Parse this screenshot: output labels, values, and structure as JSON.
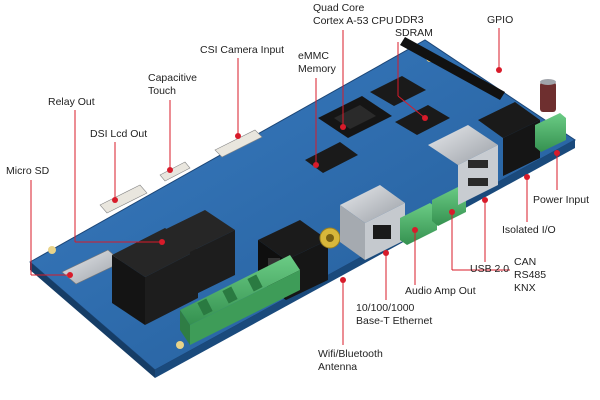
{
  "labels": {
    "micro_sd": "Micro SD",
    "relay_out": "Relay Out",
    "dsi_lcd_out": "DSI Lcd Out",
    "capacitive_touch": "Capacitive\nTouch",
    "csi_camera_input": "CSI Camera Input",
    "emmc_memory": "eMMC\nMemory",
    "quad_core_cpu": "Quad Core\nCortex A-53 CPU",
    "ddr3_sdram": "DDR3\nSDRAM",
    "gpio": "GPIO",
    "power_input": "Power Input",
    "isolated_io": "Isolated I/O",
    "usb_2": "USB 2.0",
    "can_rs485_knx": "CAN\nRS485\nKNX",
    "audio_amp_out": "Audio Amp Out",
    "ethernet": "10/100/1000\nBase-T Ethernet",
    "wifi_bt_antenna": "Wifi/Bluetooth\nAntenna"
  },
  "colors": {
    "leader_line": "#d81b2a",
    "leader_dot": "#d81b2a",
    "pcb": "#2d6fb3",
    "pcb_dark": "#1f4f86",
    "terminal_green": "#4fb36b",
    "relay_black": "#1b1b1b",
    "metal": "#c9ccd1"
  }
}
